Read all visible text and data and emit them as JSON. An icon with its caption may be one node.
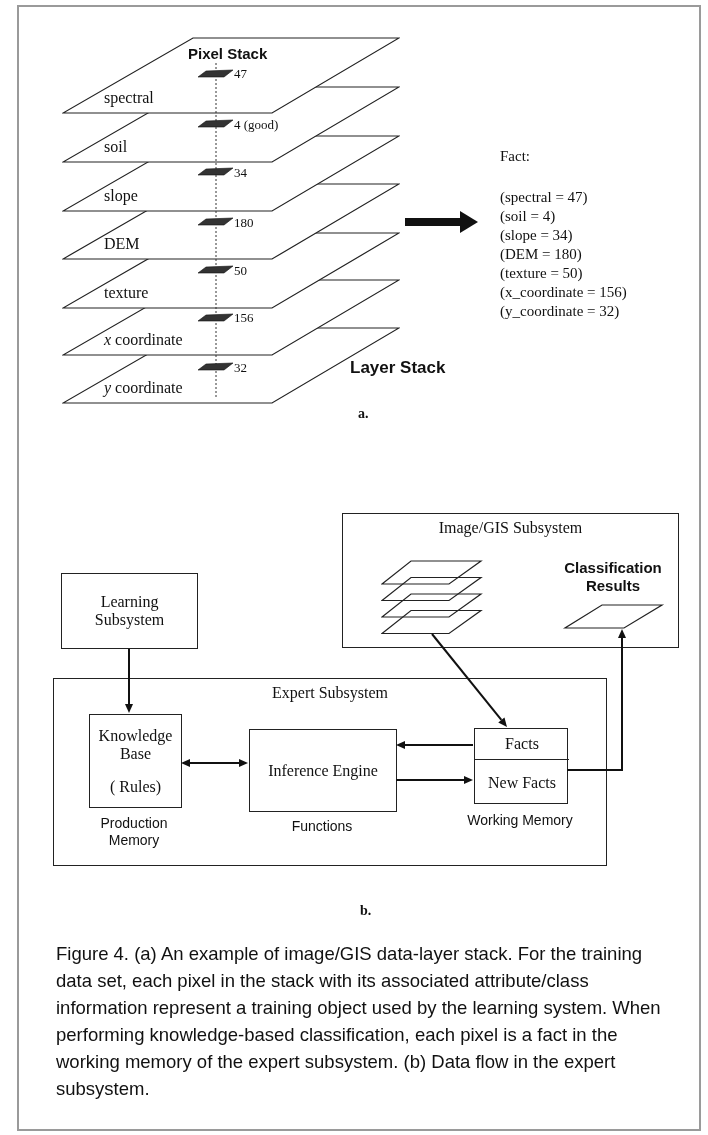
{
  "diagram": {
    "caption": "Figure 4. (a) An example of image/GIS data-layer stack. For the training data set, each pixel in the stack with its associated attribute/class information represent a training object used by the learning system. When performing knowledge-based classification, each pixel is a fact in the working memory of the expert subsystem. (b) Data flow in the expert subsystem.",
    "nodes": [
      {
        "text": [],
        "shape": "stack",
        "beside": [
          "Layer Stack"
        ]
      },
      {
        "text": [
          "spectral"
        ],
        "in": 0
      },
      {
        "text": [
          "soil"
        ],
        "in": 0
      },
      {
        "text": [
          "slope"
        ],
        "in": 0
      },
      {
        "text": [
          "DEM"
        ],
        "in": 0
      },
      {
        "text": [
          "texture"
        ],
        "in": 0
      },
      {
        "text": [
          "*x* coordinate"
        ],
        "in": 0
      },
      {
        "text": [
          "*y* coordinate"
        ],
        "in": 0
      },
      {
        "text": [
          "Fact:",
          "(spectral = 47)",
          "(soil = 4)",
          "(slope = 34)",
          "(DEM = 180)",
          "(texture = 50)",
          "(x_coordinate = 156)",
          "(y_coordinate = 32)"
        ]
      },
      {
        "text": [
          "Image/GIS Subsystem"
        ]
      },
      {
        "text": [],
        "shape": "picture",
        "in": 9
      },
      {
        "text": [
          "Classification Results"
        ],
        "in": 9
      },
      {
        "text": [
          "Learning Subsystem"
        ]
      },
      {
        "text": [
          "Expert Subsystem"
        ]
      },
      {
        "text": [
          "Knowledge Base",
          "( Rules)"
        ],
        "in": 13,
        "beside": [
          "Production Memory"
        ]
      },
      {
        "text": [
          "Inference Engine"
        ],
        "in": 13,
        "beside": [
          "Functions"
        ]
      },
      {
        "text": [],
        "shape": "box",
        "in": 13,
        "beside": [
          "Working Memory"
        ]
      },
      {
        "text": [
          "Facts"
        ],
        "in": 16
      },
      {
        "text": [
          "New Facts"
        ],
        "in": 16
      }
    ],
    "edges": [
      {
        "from": 0,
        "to": 8,
        "arrow": "to",
        "style": "thick"
      },
      {
        "from": 12,
        "to": 14,
        "arrow": "to"
      },
      {
        "from": 14,
        "to": 15,
        "arrow": "both"
      },
      {
        "from": 17,
        "to": 15,
        "arrow": "to"
      },
      {
        "from": 15,
        "to": 18,
        "arrow": "to"
      },
      {
        "from": 10,
        "to": 17,
        "arrow": "to"
      },
      {
        "from": 18,
        "to": 11,
        "arrow": "to"
      }
    ],
    "labels": [
      "Pixel Stack",
      "47",
      "4 (good)",
      "34",
      "180",
      "50",
      "156",
      "32",
      "a.",
      "b."
    ]
  }
}
